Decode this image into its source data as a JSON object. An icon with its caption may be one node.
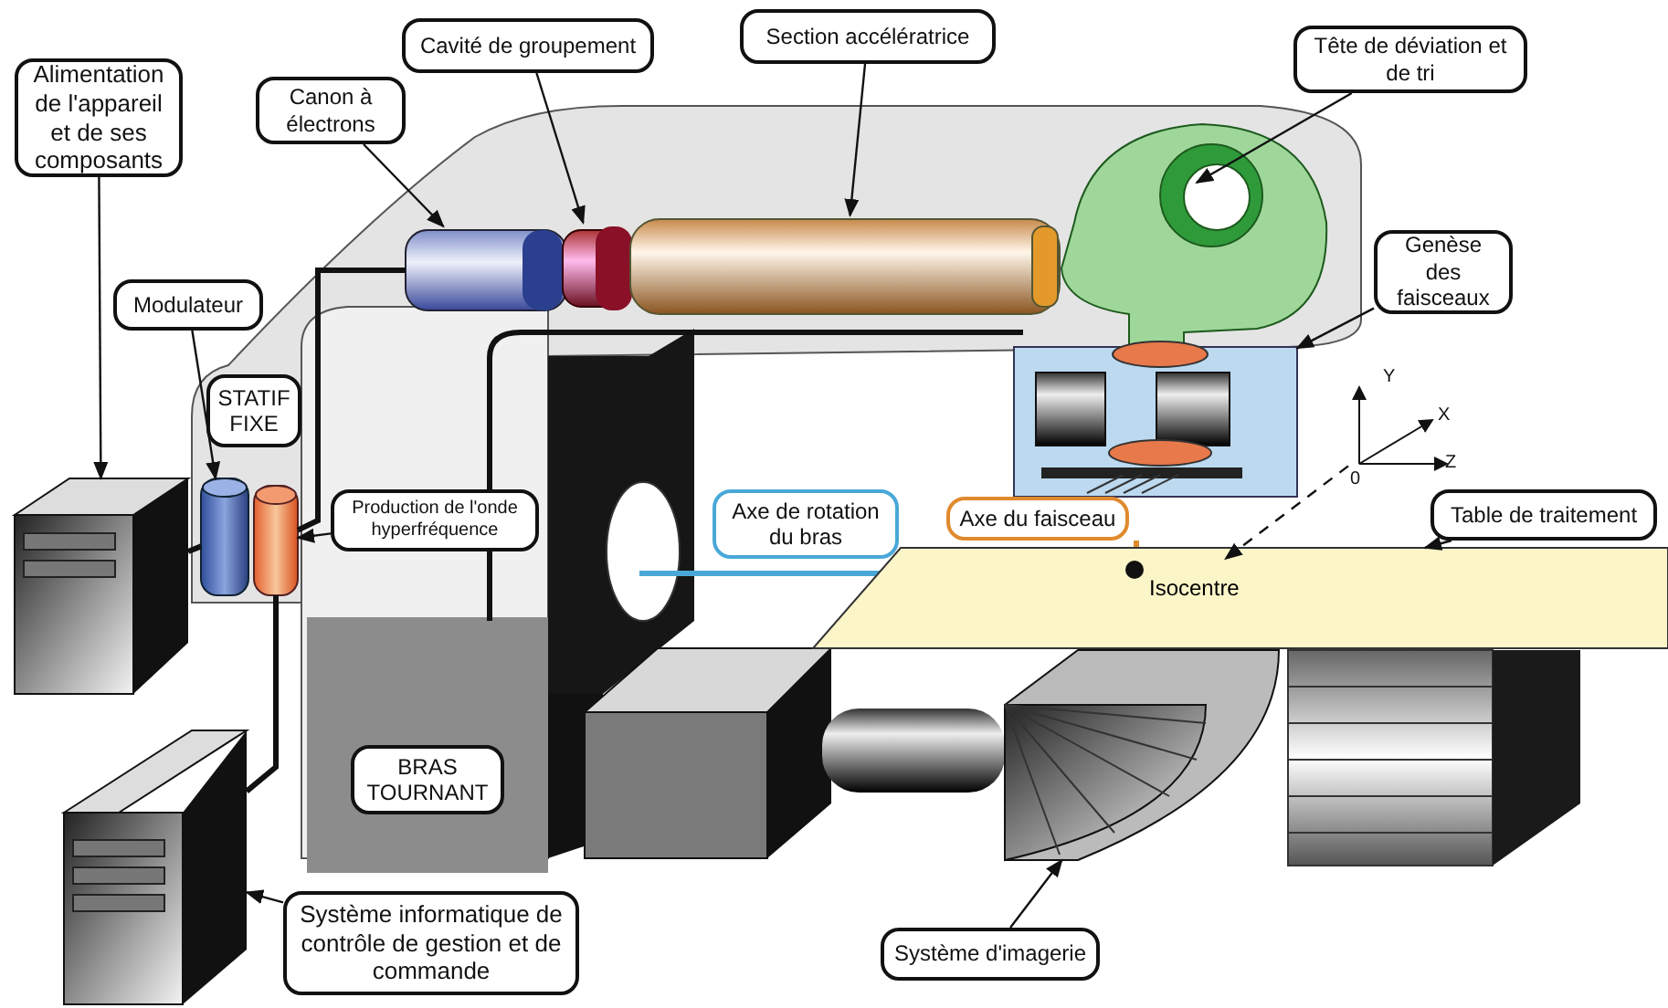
{
  "diagram": {
    "nodes": [
      {
        "text": [
          "Alimentation de l'appareil et de ses composants"
        ]
      },
      {
        "text": [
          "Canon à électrons"
        ]
      },
      {
        "text": [
          "Cavité de groupement"
        ]
      },
      {
        "text": [
          "Section accélératrice"
        ]
      },
      {
        "text": [
          "Tête de déviation et de tri"
        ]
      },
      {
        "text": [
          "Modulateur"
        ]
      },
      {
        "text": [
          "STATIF FIXE"
        ]
      },
      {
        "text": [
          "Genèse des faisceaux"
        ]
      },
      {
        "text": [
          "Production de l'onde hyperfréquence"
        ]
      },
      {
        "text": [
          "Axe de rotation du bras"
        ]
      },
      {
        "text": [
          "Axe du faisceau"
        ]
      },
      {
        "text": [
          "Table de traitement"
        ]
      },
      {
        "text": [
          "BRAS TOURNANT"
        ]
      },
      {
        "text": [
          "Système informatique de contrôle de gestion et de commande"
        ]
      },
      {
        "text": [
          "Système d'imagerie"
        ]
      },
      {
        "text": [],
        "shape": "picture"
      },
      {
        "text": [],
        "shape": "cylinder"
      },
      {
        "text": [],
        "shape": "cylinder"
      },
      {
        "text": [],
        "shape": "cylinder"
      },
      {
        "text": [],
        "shape": "picture"
      },
      {
        "text": [],
        "shape": "cylinder"
      },
      {
        "text": [],
        "shape": "cylinder"
      },
      {
        "text": [],
        "shape": "picture"
      },
      {
        "text": [],
        "shape": "box"
      },
      {
        "text": [],
        "shape": "picture"
      },
      {
        "text": [],
        "shape": "picture"
      },
      {
        "text": [],
        "shape": "circle",
        "beside": [
          "Isocentre"
        ],
        "in": 23
      },
      {
        "text": [],
        "shape": "picture"
      }
    ],
    "edges": [
      {
        "from": 0,
        "to": 15,
        "arrow": "to"
      },
      {
        "from": 1,
        "to": 16,
        "arrow": "to"
      },
      {
        "from": 2,
        "to": 17,
        "arrow": "to"
      },
      {
        "from": 3,
        "to": 18,
        "arrow": "to"
      },
      {
        "from": 4,
        "to": 19,
        "arrow": "to"
      },
      {
        "from": 5,
        "to": 20,
        "arrow": "to"
      },
      {
        "from": 7,
        "to": 22,
        "arrow": "to"
      },
      {
        "from": 8,
        "to": 21,
        "arrow": "to"
      },
      {
        "from": 11,
        "to": 23,
        "arrow": "to"
      },
      {
        "from": 13,
        "to": 24,
        "arrow": "to"
      },
      {
        "from": 14,
        "to": 25,
        "arrow": "to"
      },
      {
        "from": 27,
        "to": 26,
        "arrow": "to",
        "style": "dashed"
      },
      {
        "from": 15,
        "to": 20,
        "arrow": "none",
        "style": "thick"
      },
      {
        "from": 21,
        "to": 16,
        "arrow": "none",
        "style": "thick"
      },
      {
        "from": 21,
        "to": 24,
        "arrow": "none",
        "style": "thick"
      }
    ],
    "labels": [
      "Y",
      "X",
      "Z",
      "0"
    ]
  }
}
